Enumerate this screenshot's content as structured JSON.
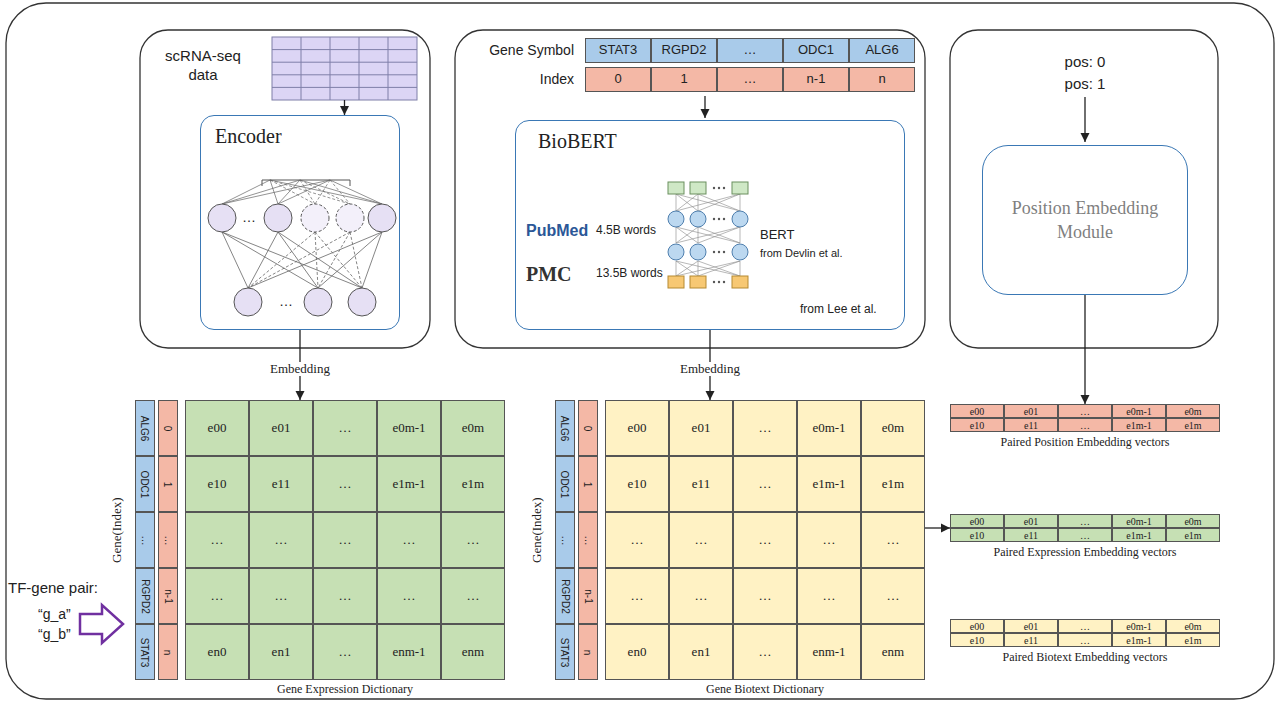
{
  "diagram": {
    "nodes": [
      {
        "text": [
          "scRNA-seq data"
        ]
      },
      {
        "text": [
          "Encoder"
        ]
      },
      {
        "text": [
          "BioBERT"
        ]
      },
      {
        "text": [
          "Position Embedding Module"
        ]
      },
      {
        "text": [
          "Gene Expression Dictionary"
        ]
      },
      {
        "text": [
          "Gene Biotext Dictionary"
        ]
      },
      {
        "text": [
          "Paired Position Embedding vectors"
        ]
      },
      {
        "text": [
          "Paired Expression Embedding vectors"
        ]
      },
      {
        "text": [
          "Paired Biotext Embedding vectors"
        ]
      }
    ],
    "edges": [
      {
        "from": 0,
        "to": 1,
        "arrow": "to"
      },
      {
        "from": 1,
        "to": 4,
        "label": "Embedding",
        "arrow": "to"
      },
      {
        "from": 2,
        "to": 5,
        "label": "Embedding",
        "arrow": "to"
      },
      {
        "from": 3,
        "to": 6,
        "arrow": "to"
      },
      {
        "from": 5,
        "to": 7,
        "arrow": "to"
      }
    ],
    "labels": [
      "Gene Symbol",
      "Index",
      "STAT3",
      "RGPD2",
      "…",
      "ODC1",
      "ALG6",
      "0",
      "1",
      "…",
      "n-1",
      "n",
      "PubMed",
      "4.5B words",
      "PMC",
      "13.5B words",
      "BERT",
      "from Devlin et al.",
      "from Lee et al.",
      "pos: 0",
      "pos: 1",
      "TF-gene pair:",
      "“g_a”",
      "“g_b”",
      "…",
      "…",
      "Gene(Index)",
      "Gene(Index)",
      "ALG6",
      "ODC1",
      "…",
      "RGPD2",
      "STAT3",
      "0",
      "1",
      "…",
      "n-1",
      "n",
      "e00",
      "e01",
      "…",
      "e0m-1",
      "e0m",
      "e10",
      "e11",
      "…",
      "e1m-1",
      "e1m",
      "…",
      "…",
      "…",
      "…",
      "…",
      "…",
      "…",
      "…",
      "…",
      "…",
      "en0",
      "en1",
      "…",
      "enm-1",
      "enm",
      "ALG6",
      "ODC1",
      "…",
      "RGPD2",
      "STAT3",
      "0",
      "1",
      "…",
      "n-1",
      "n",
      "e00",
      "e01",
      "…",
      "e0m-1",
      "e0m",
      "e10",
      "e11",
      "…",
      "e1m-1",
      "e1m",
      "…",
      "…",
      "…",
      "…",
      "…",
      "…",
      "…",
      "…",
      "…",
      "…",
      "en0",
      "en1",
      "…",
      "enm-1",
      "enm",
      "e00",
      "e01",
      "…",
      "e0m-1",
      "e0m",
      "e10",
      "e11",
      "…",
      "e1m-1",
      "e1m",
      "e00",
      "e01",
      "…",
      "e0m-1",
      "e0m",
      "e10",
      "e11",
      "…",
      "e1m-1",
      "e1m",
      "e00",
      "e01",
      "…",
      "e0m-1",
      "e0m",
      "e10",
      "e11",
      "…",
      "e1m-1",
      "e1m"
    ]
  }
}
